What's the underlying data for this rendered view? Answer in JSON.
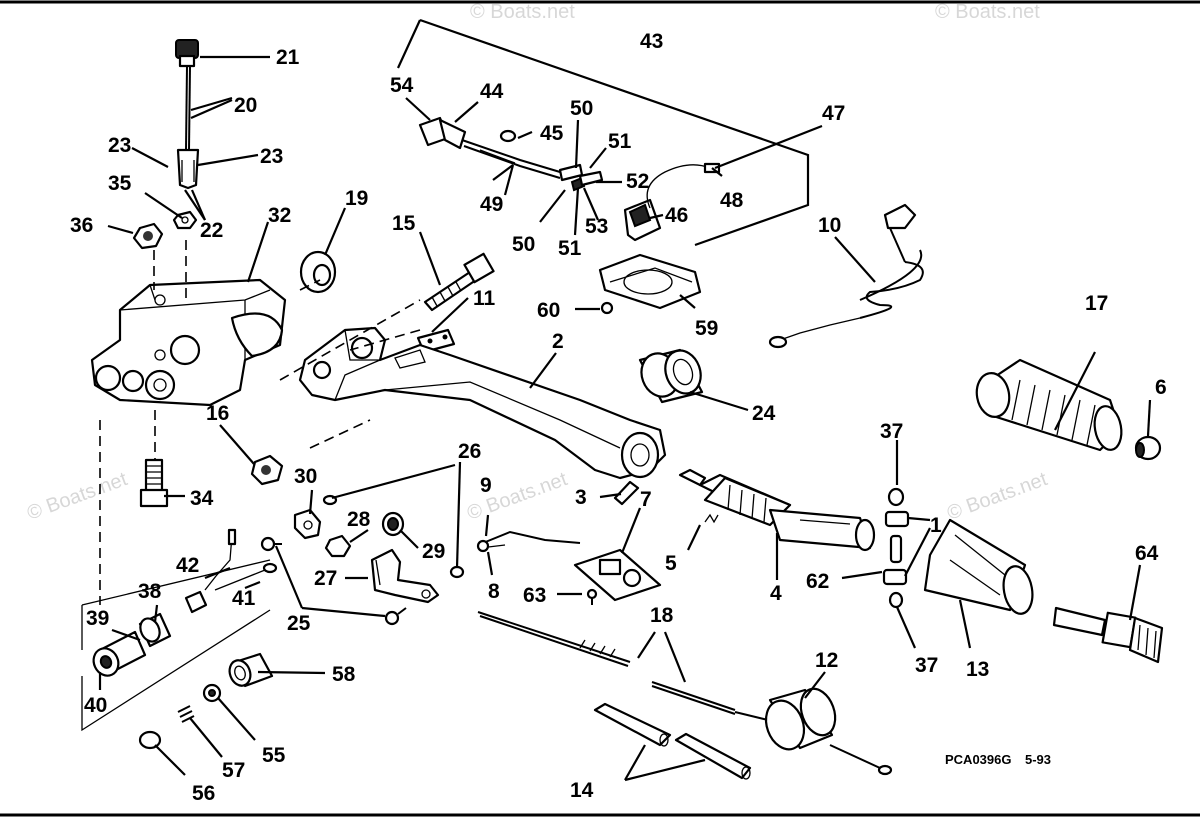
{
  "diagram": {
    "reference_code": "PCA0396G",
    "reference_date": "5-93",
    "watermark": "© Boats.net"
  },
  "callouts": {
    "c1": "1",
    "c2": "2",
    "c3": "3",
    "c4": "4",
    "c5": "5",
    "c6": "6",
    "c7": "7",
    "c8": "8",
    "c9": "9",
    "c10": "10",
    "c11": "11",
    "c12": "12",
    "c13": "13",
    "c14": "14",
    "c15": "15",
    "c16": "16",
    "c17": "17",
    "c18": "18",
    "c19": "19",
    "c20": "20",
    "c21": "21",
    "c22": "22",
    "c23a": "23",
    "c23b": "23",
    "c24": "24",
    "c25": "25",
    "c26": "26",
    "c27": "27",
    "c28": "28",
    "c29": "29",
    "c30": "30",
    "c32": "32",
    "c34": "34",
    "c35": "35",
    "c36": "36",
    "c37a": "37",
    "c37b": "37",
    "c38": "38",
    "c39": "39",
    "c40": "40",
    "c41": "41",
    "c42": "42",
    "c43": "43",
    "c44": "44",
    "c45": "45",
    "c46": "46",
    "c47": "47",
    "c48": "48",
    "c49": "49",
    "c50a": "50",
    "c50b": "50",
    "c51a": "51",
    "c51b": "51",
    "c52": "52",
    "c53": "53",
    "c54": "54",
    "c55": "55",
    "c56": "56",
    "c57": "57",
    "c58": "58",
    "c59": "59",
    "c60": "60",
    "c62": "62",
    "c63": "63",
    "c64": "64"
  }
}
